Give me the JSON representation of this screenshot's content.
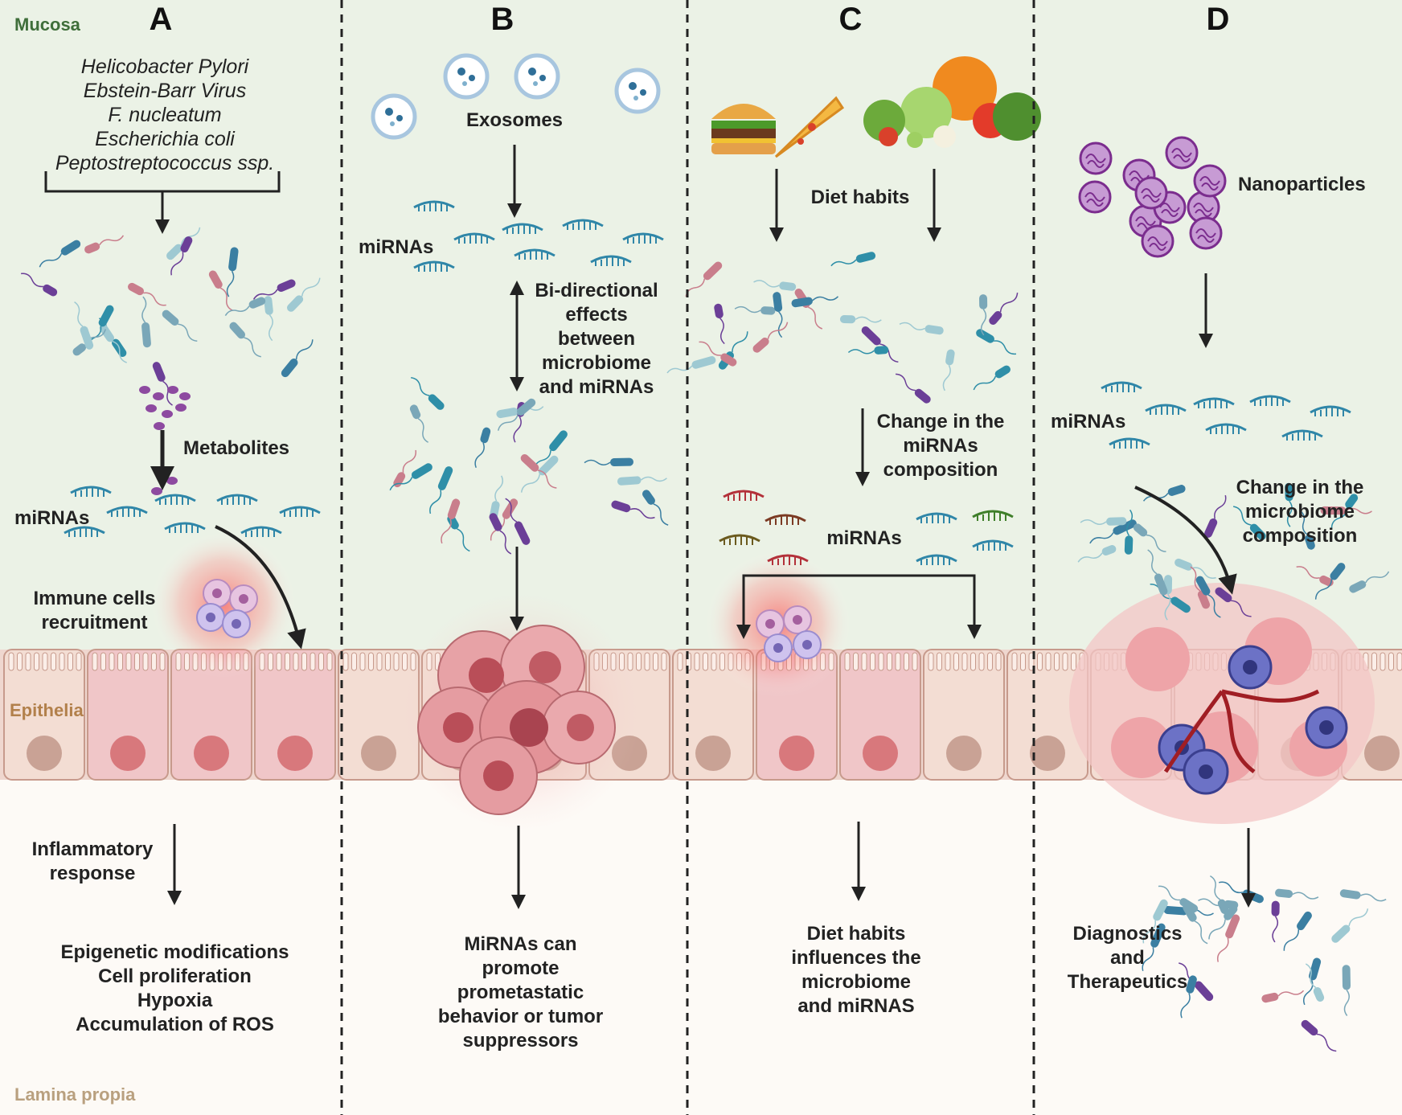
{
  "colors": {
    "mucosa_bg": "#ebf2e6",
    "lamina_bg": "#fdfaf6",
    "epithelia_bg": "#efd7cf",
    "inflamed_cell": "#f0c6c8",
    "mucosa_label": "#3f6e3a",
    "epithelia_label": "#b2804b",
    "lamina_label": "#b9a07f",
    "mirna": "#2f86a8",
    "nanoparticle": "#7b2d8e",
    "tumor": "#e8a0a4",
    "immune_cell": "#5a5fa8"
  },
  "layers": {
    "mucosa": "Mucosa",
    "epithelia": "Epithelia",
    "lamina": "Lamina propia"
  },
  "panels": [
    {
      "letter": "A",
      "pathogens": [
        "Helicobacter Pylori",
        "Ebstein-Barr Virus",
        "F. nucleatum",
        "Escherichia coli",
        "Peptostreptococcus ssp."
      ],
      "metabolites": "Metabolites",
      "mirnas": "miRNAs",
      "immune": [
        "Immune cells",
        "recruitment"
      ],
      "inflammatory": [
        "Inflammatory",
        "response"
      ],
      "outcomes": [
        "Epigenetic modifications",
        "Cell proliferation",
        "Hypoxia",
        "Accumulation of ROS"
      ]
    },
    {
      "letter": "B",
      "exosomes": "Exosomes",
      "mirnas": "miRNAs",
      "bidirectional": [
        "Bi-directional",
        "effects",
        "between",
        "microbiome",
        "and miRNAs"
      ],
      "outcome": [
        "MiRNAs can",
        "promote",
        "prometastatic",
        "behavior or tumor",
        "suppressors"
      ]
    },
    {
      "letter": "C",
      "diet": "Diet habits",
      "change": [
        "Change in the",
        "miRNAs",
        "composition"
      ],
      "mirnas": "miRNAs",
      "outcome": [
        "Diet habits",
        "influences the",
        "microbiome",
        "and miRNAS"
      ]
    },
    {
      "letter": "D",
      "nanoparticles": "Nanoparticles",
      "mirnas": "miRNAs",
      "change": [
        "Change in the",
        "microbiome",
        "composition"
      ],
      "outcome": [
        "Diagnostics",
        "and",
        "Therapeutics"
      ]
    }
  ]
}
